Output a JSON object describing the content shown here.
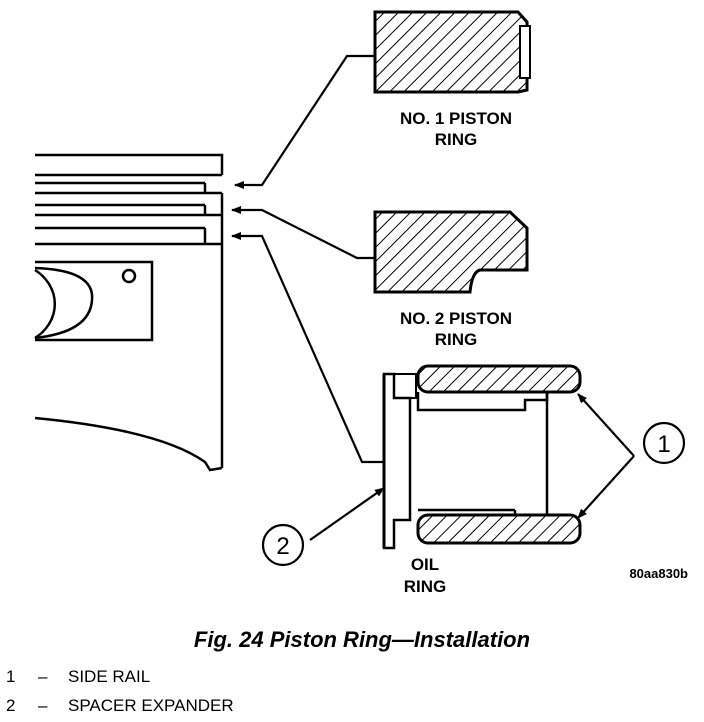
{
  "rings": {
    "no1": [
      "NO. 1 PISTON",
      "RING"
    ],
    "no2": [
      "NO. 2 PISTON",
      "RING"
    ],
    "oil": [
      "OIL",
      "RING"
    ]
  },
  "callouts": {
    "one": "1",
    "two": "2"
  },
  "code": "80aa830b",
  "caption": "Fig. 24 Piston Ring—Installation",
  "legend": [
    {
      "num": "1",
      "dash": "–",
      "text": "SIDE RAIL"
    },
    {
      "num": "2",
      "dash": "–",
      "text": "SPACER EXPANDER"
    }
  ]
}
